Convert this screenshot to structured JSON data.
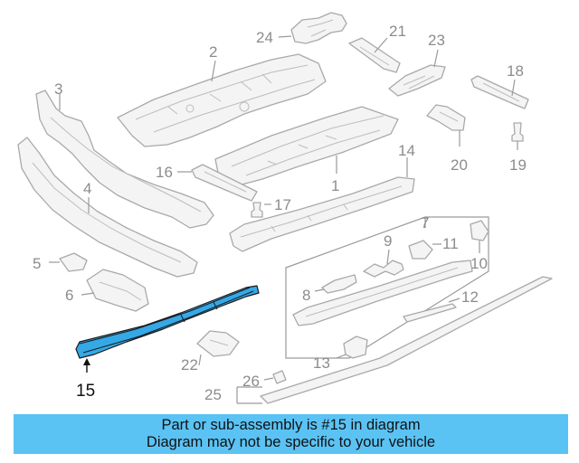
{
  "callouts": {
    "c1": "1",
    "c2": "2",
    "c3": "3",
    "c4": "4",
    "c5": "5",
    "c6": "6",
    "c7": "7",
    "c8": "8",
    "c9": "9",
    "c10": "10",
    "c11": "11",
    "c12": "12",
    "c13": "13",
    "c14": "14",
    "c15": "15",
    "c16": "16",
    "c17": "17",
    "c18": "18",
    "c19": "19",
    "c20": "20",
    "c21": "21",
    "c22": "22",
    "c23": "23",
    "c24": "24",
    "c25": "25",
    "c26": "26"
  },
  "highlight": {
    "part_number": "15",
    "color": "#35a8e6"
  },
  "banner": {
    "line1": "Part or sub-assembly is #15 in diagram",
    "line2": "Diagram may not be specific to your vehicle",
    "background": "#5bc3f4"
  }
}
